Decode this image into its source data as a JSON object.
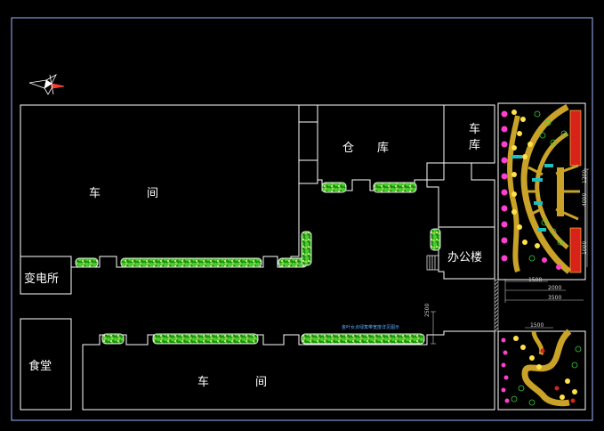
{
  "labels": {
    "workshop_north": "车　　　　间",
    "workshop_south": "车　　　　间",
    "warehouse": "仓　　库",
    "garage_top": "车",
    "garage_bottom": "库",
    "substation": "变电所",
    "canteen": "食堂",
    "office": "办公楼"
  },
  "dimensions": {
    "d1500_top": "1500",
    "d2000": "2000",
    "d3500": "3500",
    "d1500_bottom": "1500",
    "d2500": "2500",
    "d4000": "4000",
    "d1000": "1000",
    "d1200": "1200"
  },
  "notes": {
    "hedge_note": "金叶女贞绿篱带宽度详见图示"
  },
  "colors": {
    "frame": "#9fb4ff",
    "building": "#ffffff",
    "hedge_outline": "#e6e6e6",
    "hedge_fill": "#35c21e",
    "garden_path": "#c9a227",
    "garden_red": "#d8231b",
    "flower_pink": "#ff3fd0",
    "flower_yellow": "#ffe24a"
  },
  "icons": {
    "north_arrow": "north-arrow-icon"
  }
}
